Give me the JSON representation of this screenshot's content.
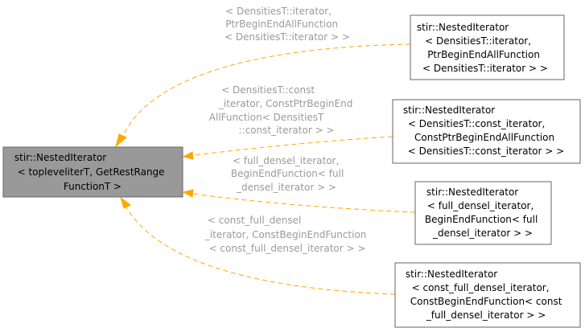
{
  "colors": {
    "target_fill": "#999999",
    "target_stroke": "#666666",
    "node_fill": "#ffffff",
    "node_stroke": "#666666",
    "edge": "#fca800",
    "edge_label": "#9a9a9a"
  },
  "target": {
    "lines": [
      "stir::NestedIterator",
      "< topleveliterT, GetRestRange",
      "FunctionT >"
    ]
  },
  "nodes": [
    {
      "lines": [
        "stir::NestedIterator",
        "< DensitiesT::iterator,",
        "PtrBeginEndAllFunction",
        "< DensitiesT::iterator > >"
      ]
    },
    {
      "lines": [
        "stir::NestedIterator",
        "< DensitiesT::const_iterator,",
        "ConstPtrBeginEndAllFunction",
        "< DensitiesT::const_iterator > >"
      ]
    },
    {
      "lines": [
        "stir::NestedIterator",
        "< full_densel_iterator,",
        "BeginEndFunction< full",
        "_densel_iterator > >"
      ]
    },
    {
      "lines": [
        "stir::NestedIterator",
        "< const_full_densel_iterator,",
        "ConstBeginEndFunction< const",
        "_full_densel_iterator > >"
      ]
    }
  ],
  "edge_labels": [
    {
      "lines": [
        "< DensitiesT::iterator,",
        "PtrBeginEndAllFunction",
        "< DensitiesT::iterator > >"
      ]
    },
    {
      "lines": [
        "< DensitiesT::const",
        "_iterator, ConstPtrBeginEnd",
        "AllFunction< DensitiesT",
        "::const_iterator > >"
      ]
    },
    {
      "lines": [
        "< full_densel_iterator,",
        "BeginEndFunction< full",
        "_densel_iterator > >"
      ]
    },
    {
      "lines": [
        "< const_full_densel",
        "_iterator, ConstBeginEndFunction",
        "< const_full_densel_iterator > >"
      ]
    }
  ]
}
